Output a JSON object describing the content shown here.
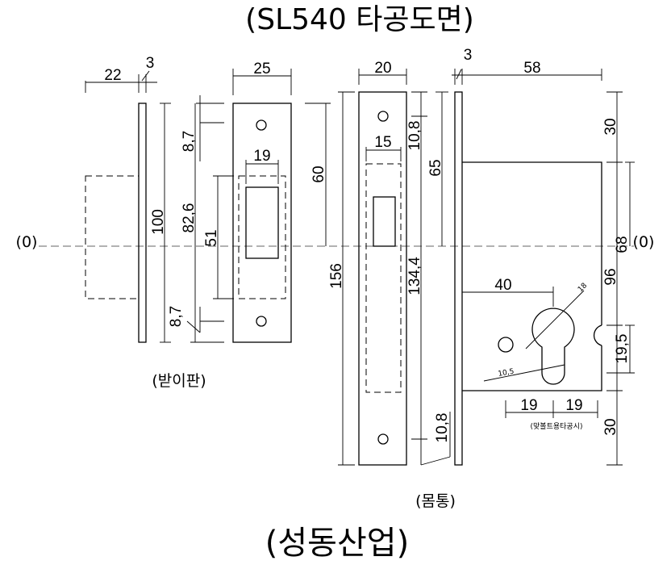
{
  "title": "(SL540 타공도면)",
  "footer": "(성동산업)",
  "labels": {
    "strike_plate": "(받이판)",
    "body": "(몸통)",
    "bolt_note": "(맞볼트용타공시)",
    "zero_left": "(0)",
    "zero_right": "(0)"
  },
  "dims": {
    "d22": "22",
    "d3a": "3",
    "d25": "25",
    "d20": "20",
    "d3b": "3",
    "d58": "58",
    "d8_7a": "8,7",
    "d19a": "19",
    "d60": "60",
    "d100": "100",
    "d82_6": "82,6",
    "d51": "51",
    "d8_7b": "8,7",
    "d15": "15",
    "d10_8a": "10,8",
    "d65": "65",
    "d156": "156",
    "d134_4": "134,4",
    "d10_8b": "10,8",
    "d30a": "30",
    "d68": "68",
    "d96": "96",
    "d40": "40",
    "d18": "18",
    "d10_5": "10,5",
    "d19_5": "19,5",
    "d19b": "19",
    "d19c": "19",
    "d30b": "30"
  }
}
